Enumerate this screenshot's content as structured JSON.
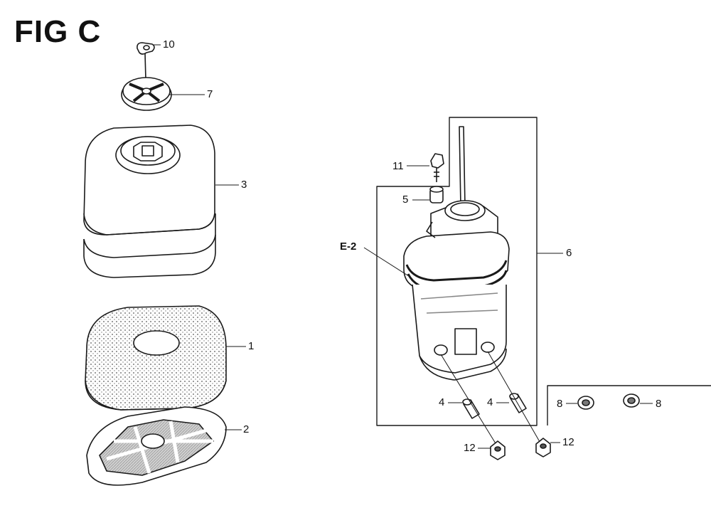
{
  "figure": {
    "title": "FIG C"
  },
  "callouts": {
    "p10": "10",
    "p7": "7",
    "p3": "3",
    "p1": "1",
    "p2": "2",
    "p11": "11",
    "p5": "5",
    "p6": "6",
    "ref": "E-2",
    "p4a": "4",
    "p4b": "4",
    "p8a": "8",
    "p8b": "8",
    "p12a": "12",
    "p12b": "12"
  },
  "style": {
    "ink": "#1a1a1a",
    "shade": "#b8b8b8",
    "paper": "#ffffff"
  }
}
